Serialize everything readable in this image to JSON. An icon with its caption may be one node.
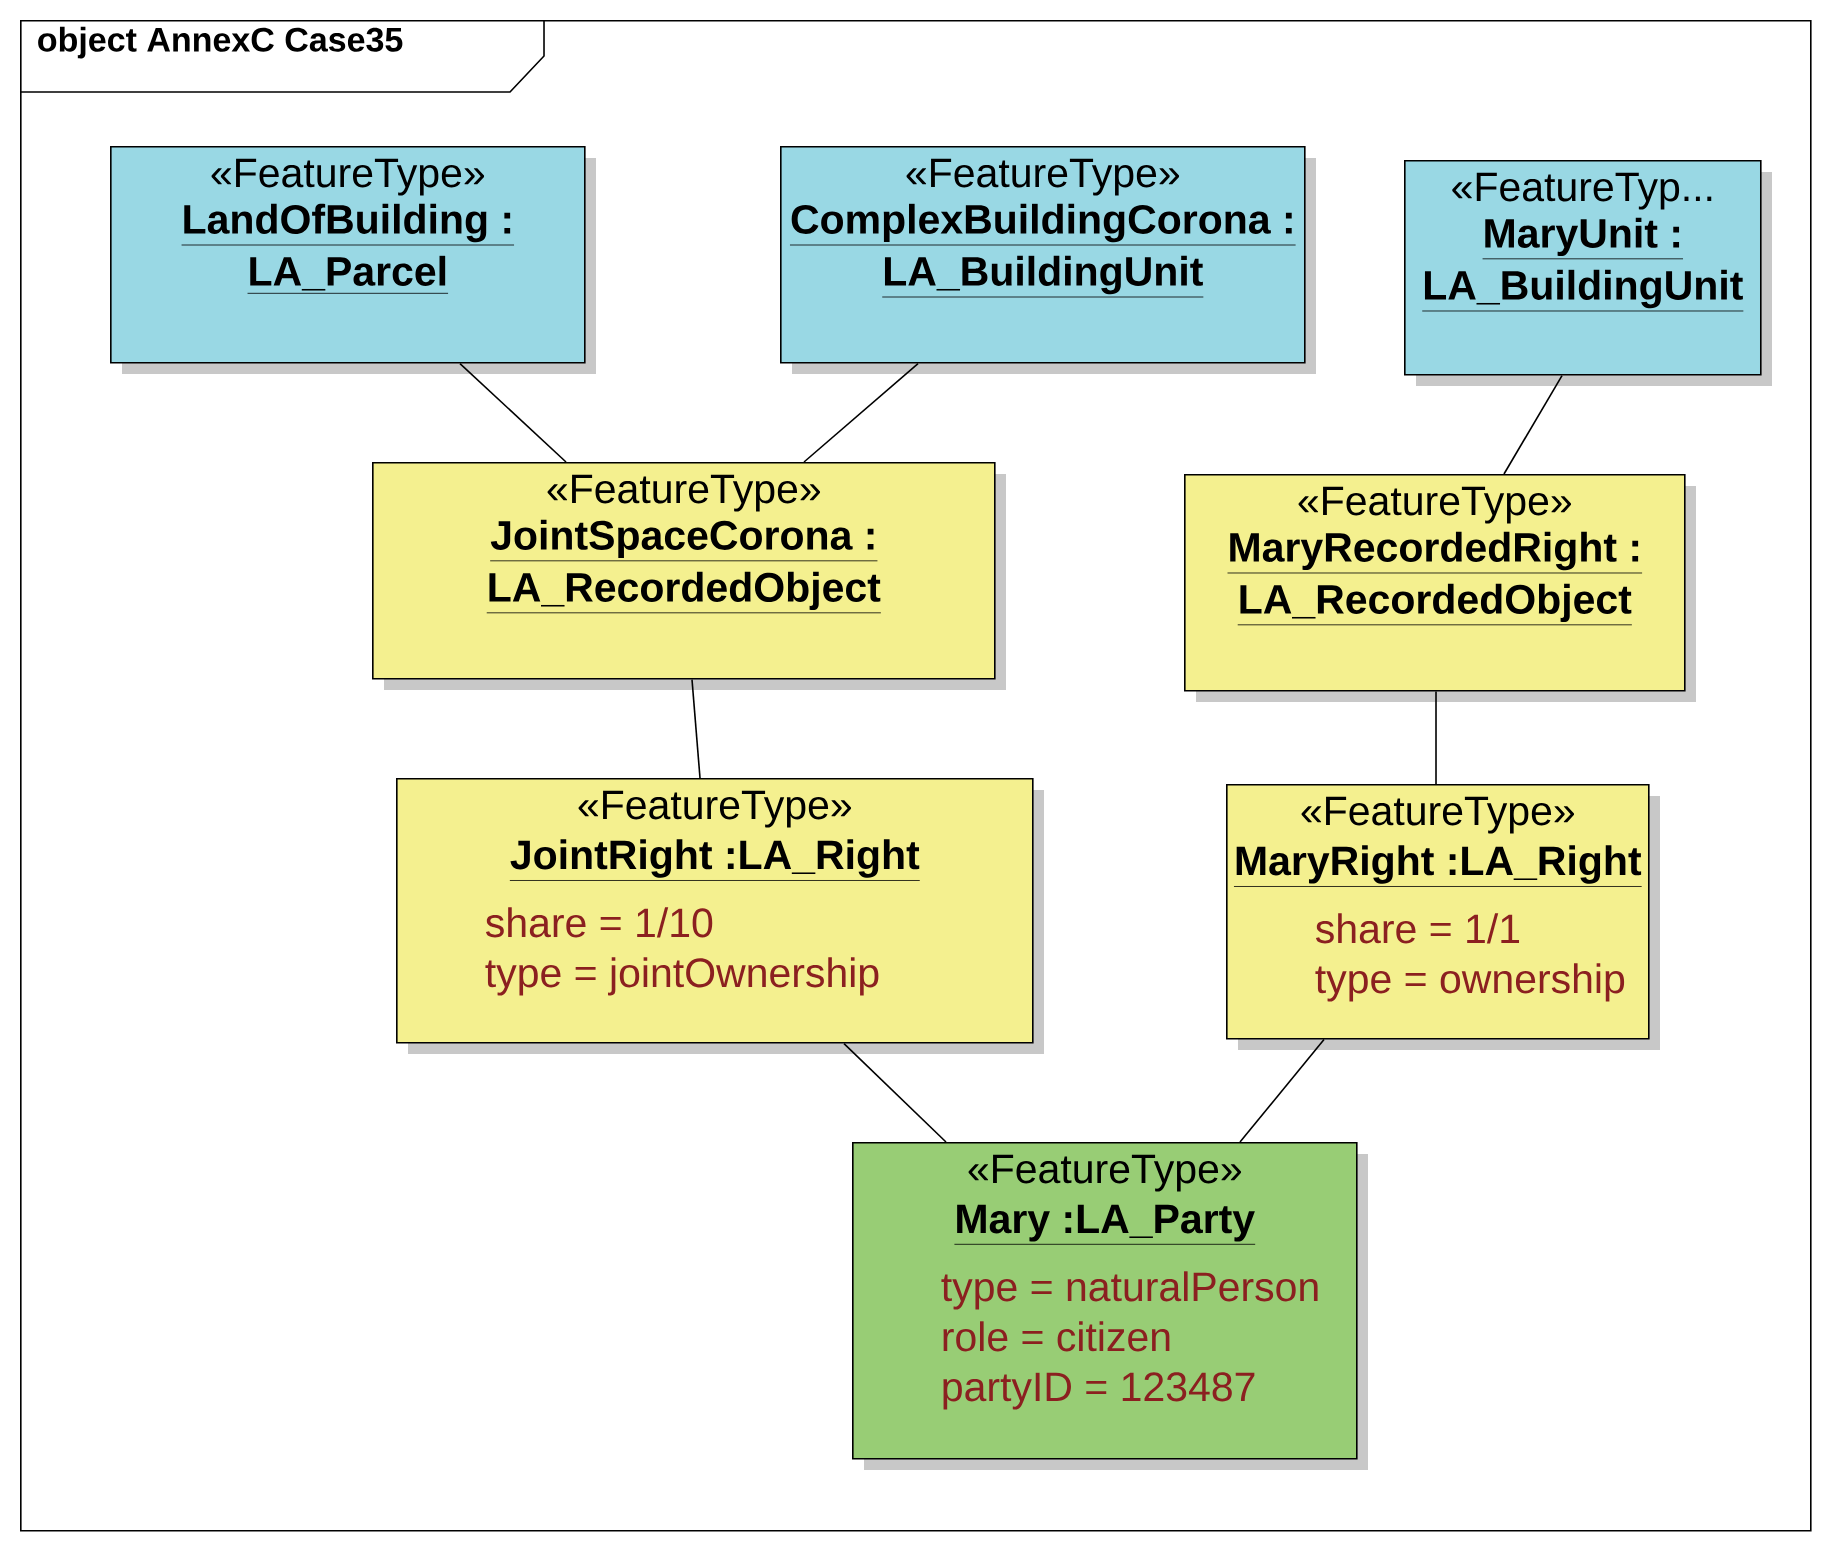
{
  "diagram": {
    "nodes": [
      {
        "text": [
          "object AnnexC Case35"
        ]
      },
      {
        "text": [
          "«FeatureType»",
          "LandOfBuilding : LA_Parcel"
        ],
        "in": 0
      },
      {
        "text": [
          "«FeatureType»",
          "ComplexBuildingCorona : LA_BuildingUnit"
        ],
        "in": 0
      },
      {
        "text": [
          "«FeatureTyp...",
          "MaryUnit : LA_BuildingUnit"
        ],
        "in": 0
      },
      {
        "text": [
          "«FeatureType»",
          "JointSpaceCorona : LA_RecordedObject"
        ],
        "in": 0
      },
      {
        "text": [
          "«FeatureType»",
          "MaryRecordedRight : LA_RecordedObject"
        ],
        "in": 0
      },
      {
        "text": [
          "«FeatureType»",
          "JointRight :LA_Right",
          "share = 1/10",
          "type = jointOwnership"
        ],
        "in": 0
      },
      {
        "text": [
          "«FeatureType»",
          "MaryRight :LA_Right",
          "share = 1/1",
          "type = ownership"
        ],
        "in": 0
      },
      {
        "text": [
          "«FeatureType»",
          "Mary :LA_Party",
          "type = naturalPerson",
          "role = citizen",
          "partyID = 123487"
        ],
        "in": 0
      }
    ],
    "edges": [
      {
        "from": 1,
        "to": 4,
        "arrow": "none"
      },
      {
        "from": 2,
        "to": 4,
        "arrow": "none"
      },
      {
        "from": 3,
        "to": 5,
        "arrow": "none"
      },
      {
        "from": 4,
        "to": 6,
        "arrow": "none"
      },
      {
        "from": 5,
        "to": 7,
        "arrow": "none"
      },
      {
        "from": 6,
        "to": 8,
        "arrow": "none"
      },
      {
        "from": 7,
        "to": 8,
        "arrow": "none"
      }
    ]
  }
}
